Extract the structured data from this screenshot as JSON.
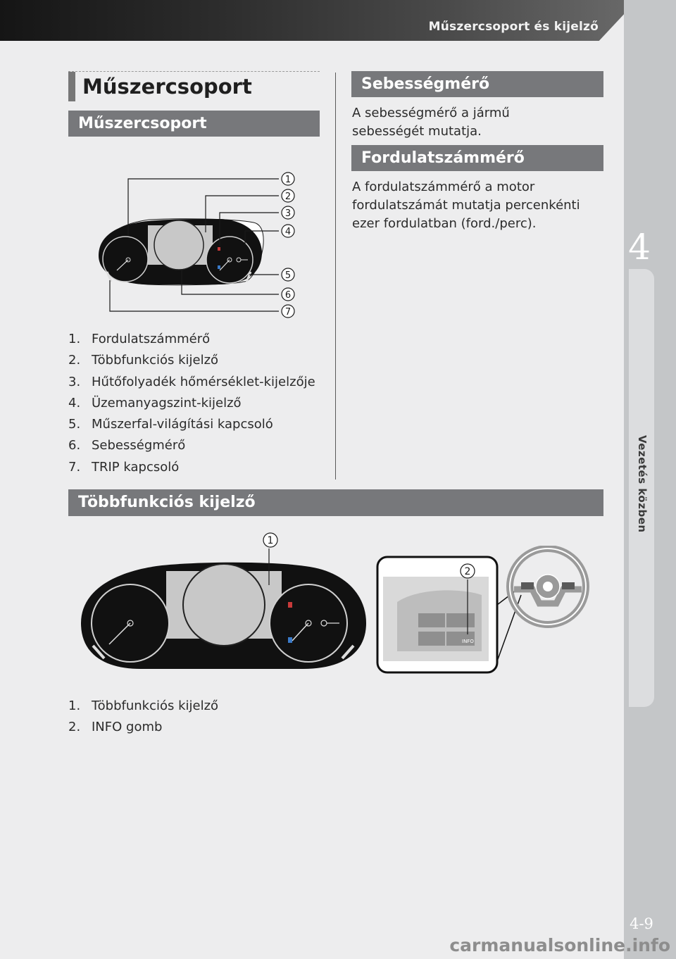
{
  "header": {
    "title": "Műszercsoport és kijelző"
  },
  "sidebar": {
    "chapter_number": "4",
    "chapter_name": "Vezetés közben"
  },
  "footer": {
    "page_number": "4-9",
    "watermark": "carmanualsonline.info"
  },
  "left_column": {
    "main_title": "Műszercsoport",
    "section_title": "Műszercsoport",
    "figure_callouts": [
      "1",
      "2",
      "3",
      "4",
      "5",
      "6",
      "7"
    ],
    "items": [
      {
        "num": "1.",
        "label": "Fordulatszámmérő"
      },
      {
        "num": "2.",
        "label": "Többfunkciós kijelző"
      },
      {
        "num": "3.",
        "label": "Hűtőfolyadék hőmérséklet-kijelzője"
      },
      {
        "num": "4.",
        "label": "Üzemanyagszint-kijelző"
      },
      {
        "num": "5.",
        "label": "Műszerfal-világítási kapcsoló"
      },
      {
        "num": "6.",
        "label": "Sebességmérő"
      },
      {
        "num": "7.",
        "label": "TRIP kapcsoló"
      }
    ]
  },
  "right_column": {
    "speedometer": {
      "title": "Sebességmérő",
      "text_line1": "A sebességmérő a jármű",
      "text_line2": "sebességét mutatja."
    },
    "tachometer": {
      "title": "Fordulatszámmérő",
      "text_line1": "A fordulatszámmérő a motor",
      "text_line2": "fordulatszámát mutatja percenkénti",
      "text_line3": "ezer fordulatban (ford./perc)."
    }
  },
  "bottom": {
    "section_title": "Többfunkciós kijelző",
    "figure_callouts": [
      "1",
      "2"
    ],
    "info_button_label": "INFO",
    "items": [
      {
        "num": "1.",
        "label": "Többfunkciós kijelző"
      },
      {
        "num": "2.",
        "label": "INFO gomb"
      }
    ]
  }
}
